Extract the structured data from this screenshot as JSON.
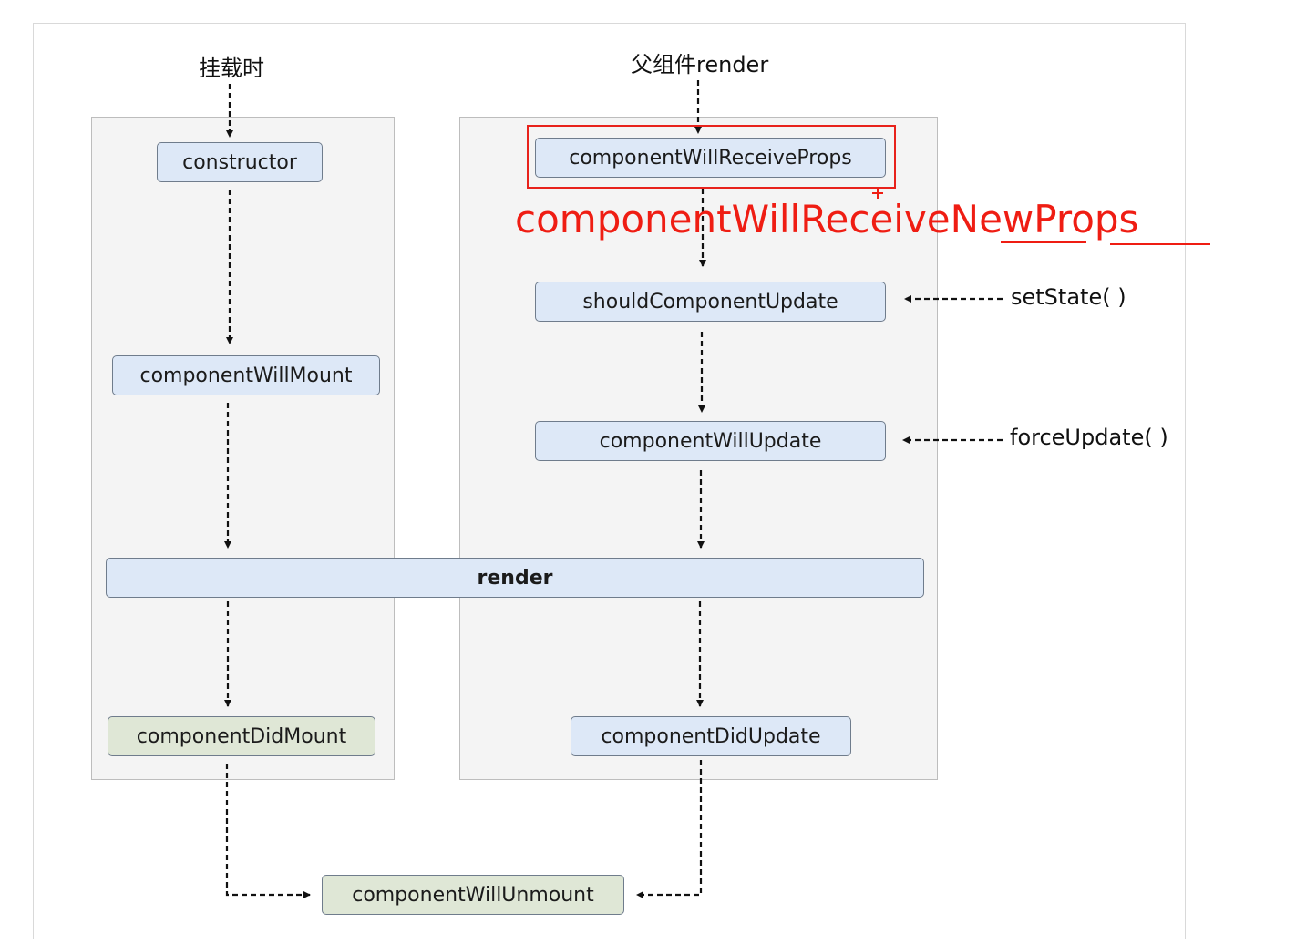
{
  "labels": {
    "mount_trigger": "挂载时",
    "parent_render_trigger": "父组件render",
    "set_state": "setState( )",
    "force_update": "forceUpdate( )"
  },
  "nodes": {
    "constructor": "constructor",
    "component_will_mount": "componentWillMount",
    "render": "render",
    "component_did_mount": "componentDidMount",
    "component_will_receive_props": "componentWillReceiveProps",
    "should_component_update": "shouldComponentUpdate",
    "component_will_update": "componentWillUpdate",
    "component_did_update": "componentDidUpdate",
    "component_will_unmount": "componentWillUnmount"
  },
  "annotation": {
    "text": "componentWillReceiveNewProps",
    "color": "#ef1d13"
  },
  "colors": {
    "node_blue": "#dde8f7",
    "node_green": "#dfe7d6",
    "panel": "#f4f4f4",
    "highlight": "#e8221b"
  }
}
